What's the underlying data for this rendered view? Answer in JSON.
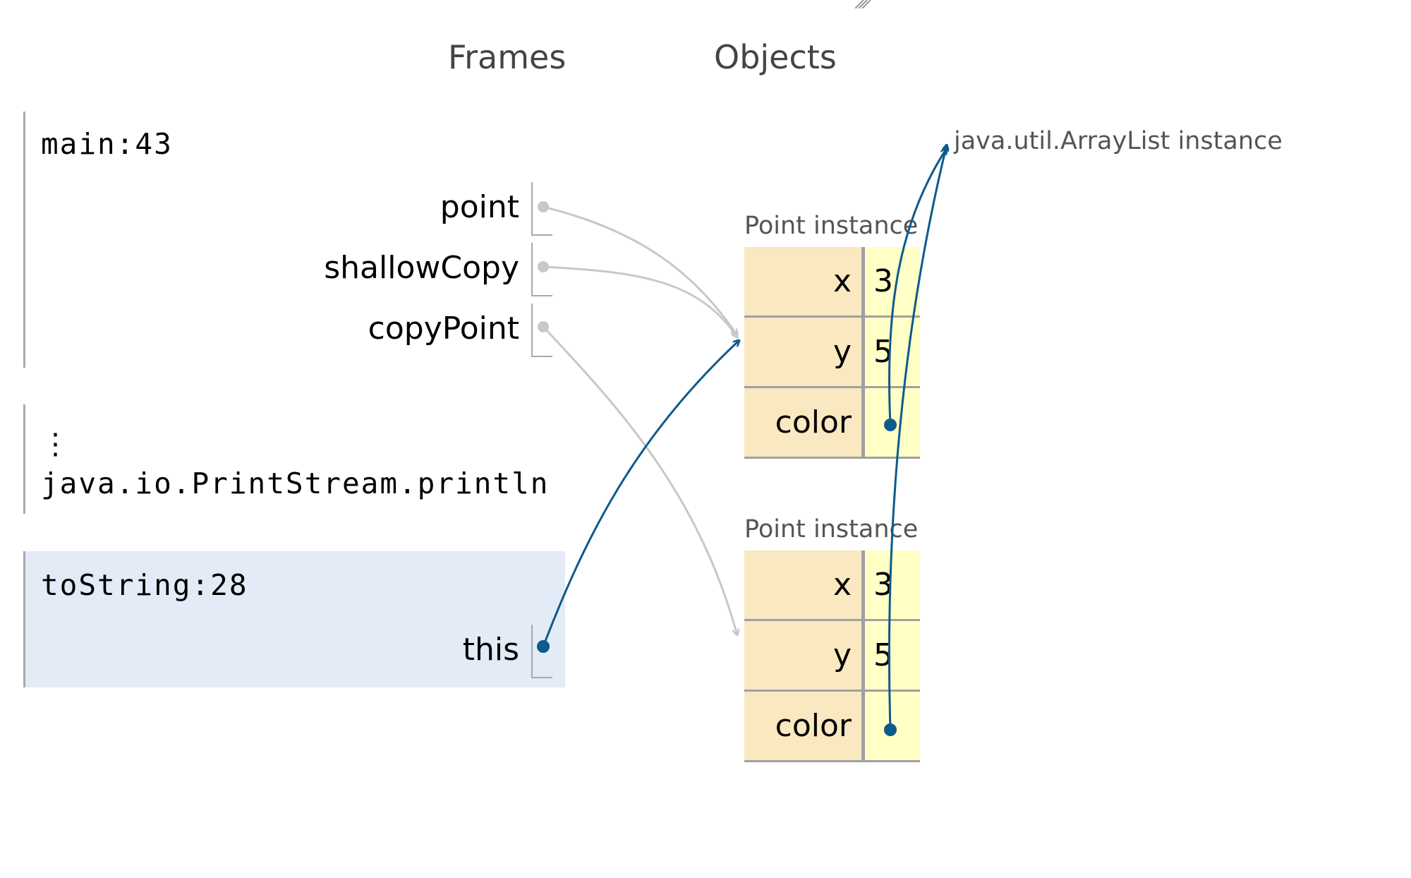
{
  "headers": {
    "frames": "Frames",
    "objects": "Objects"
  },
  "frames": [
    {
      "title": "main:43",
      "vars": [
        "point",
        "shallowCopy",
        "copyPoint"
      ]
    },
    {
      "title": "⋮\njava.io.PrintStream.println",
      "vars": []
    },
    {
      "title": "toString:28",
      "vars": [
        "this"
      ],
      "active": true
    }
  ],
  "objects": {
    "arraylist": {
      "label": "java.util.ArrayList instance"
    },
    "point1": {
      "label": "Point instance",
      "fields": [
        {
          "key": "x",
          "value": "3"
        },
        {
          "key": "y",
          "value": "5"
        },
        {
          "key": "color",
          "value": ""
        }
      ]
    },
    "point2": {
      "label": "Point instance",
      "fields": [
        {
          "key": "x",
          "value": "3"
        },
        {
          "key": "y",
          "value": "5"
        },
        {
          "key": "color",
          "value": ""
        }
      ]
    }
  },
  "colors": {
    "pointer_active": "#0d5a8c",
    "pointer_inactive": "#c8c8c8",
    "active_frame_bg": "#e2ebf6",
    "field_key_bg": "#f9e8c0",
    "field_value_bg": "#ffffc6"
  }
}
